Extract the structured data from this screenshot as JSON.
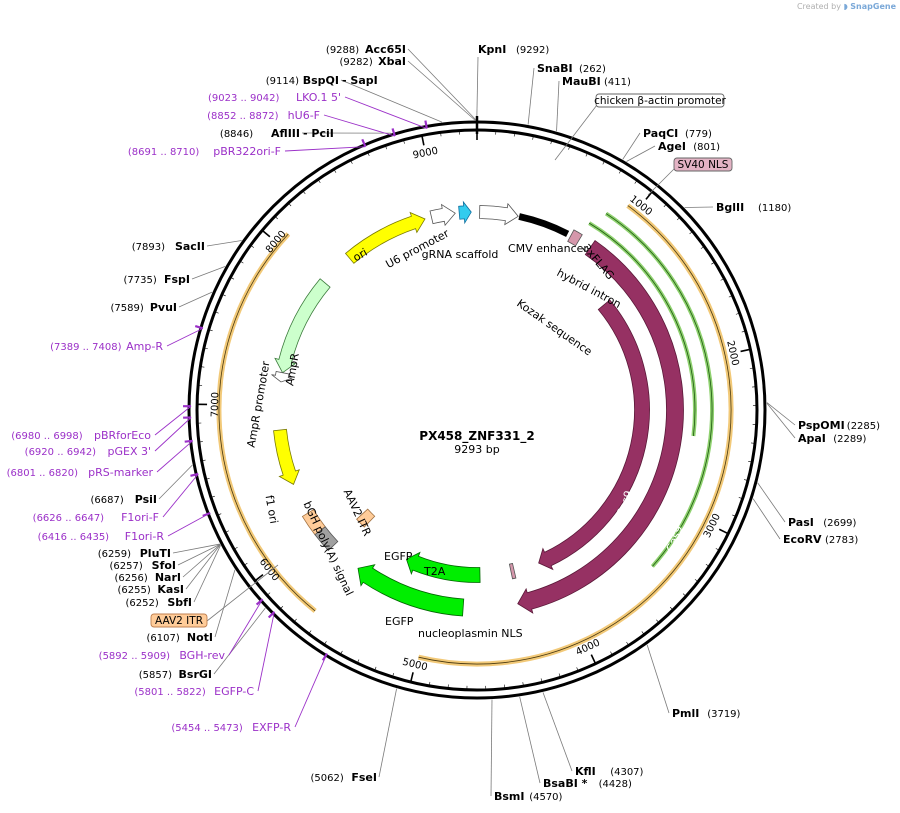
{
  "header": {
    "credit_prefix": "Created by",
    "credit_brand": "SnapGene"
  },
  "map": {
    "name": "PX458_ZNF331_2",
    "length_label": "9293 bp",
    "total_bp": 9293,
    "ticks": [
      {
        "bp": 1000,
        "label": "1000"
      },
      {
        "bp": 2000,
        "label": "2000"
      },
      {
        "bp": 3000,
        "label": "3000"
      },
      {
        "bp": 4000,
        "label": "4000"
      },
      {
        "bp": 5000,
        "label": "5000"
      },
      {
        "bp": 6000,
        "label": "6000"
      },
      {
        "bp": 7000,
        "label": "7000"
      },
      {
        "bp": 8000,
        "label": "8000"
      },
      {
        "bp": 9000,
        "label": "9000"
      }
    ]
  },
  "colors": {
    "cas9": "#963163",
    "egfp": "#00ee00",
    "ori": "#ffff00",
    "ampr": "#ccffcc",
    "gray": "#a0a0a0",
    "itr": "#ffcc99",
    "nls": "#d597ab",
    "grna": "#33ccee",
    "primer": "#9b30c8",
    "orange_track": "#f0c060"
  },
  "enzymes": [
    {
      "name": "KpnI",
      "pos": "(9292)",
      "bp": 9292
    },
    {
      "name": "Acc65I",
      "pos": "(9288)",
      "bp": 9288
    },
    {
      "name": "XbaI",
      "pos": "(9282)",
      "bp": 9282
    },
    {
      "name": "BspQI",
      "name2": "SapI",
      "pos": "(9114)",
      "bp": 9114
    },
    {
      "name": "AflIII",
      "name2": "PciI",
      "pos": "(8846)",
      "bp": 8846
    },
    {
      "name": "SacII",
      "pos": "(7893)",
      "bp": 7893
    },
    {
      "name": "FspI",
      "pos": "(7735)",
      "bp": 7735
    },
    {
      "name": "PvuI",
      "pos": "(7589)",
      "bp": 7589
    },
    {
      "name": "PsiI",
      "pos": "(6687)",
      "bp": 6687
    },
    {
      "name": "PluTI",
      "pos": "(6259)",
      "bp": 6259
    },
    {
      "name": "SfoI",
      "pos": "(6257)",
      "bp": 6257
    },
    {
      "name": "NarI",
      "pos": "(6256)",
      "bp": 6256
    },
    {
      "name": "KasI",
      "pos": "(6255)",
      "bp": 6255
    },
    {
      "name": "SbfI",
      "pos": "(6252)",
      "bp": 6252
    },
    {
      "name": "NotI",
      "pos": "(6107)",
      "bp": 6107
    },
    {
      "name": "BsrGI",
      "pos": "(5857)",
      "bp": 5857
    },
    {
      "name": "FseI",
      "pos": "(5062)",
      "bp": 5062
    },
    {
      "name": "BsmI",
      "pos": "(4570)",
      "bp": 4570
    },
    {
      "name": "BsaBI *",
      "pos": "(4428)",
      "bp": 4428
    },
    {
      "name": "KflI",
      "pos": "(4307)",
      "bp": 4307
    },
    {
      "name": "PmlI",
      "pos": "(3719)",
      "bp": 3719
    },
    {
      "name": "EcoRV",
      "pos": "(2783)",
      "bp": 2783
    },
    {
      "name": "PasI",
      "pos": "(2699)",
      "bp": 2699
    },
    {
      "name": "ApaI",
      "pos": "(2289)",
      "bp": 2289
    },
    {
      "name": "PspOMI",
      "pos": "(2285)",
      "bp": 2285
    },
    {
      "name": "BglII",
      "pos": "(1180)",
      "bp": 1180
    },
    {
      "name": "AgeI",
      "pos": "(801)",
      "bp": 801
    },
    {
      "name": "PaqCI",
      "pos": "(779)",
      "bp": 779
    },
    {
      "name": "MauBI",
      "pos": "(411)",
      "bp": 411
    },
    {
      "name": "SnaBI",
      "pos": "(262)",
      "bp": 262
    }
  ],
  "primers": [
    {
      "range": "(9023 .. 9042)",
      "name": "LKO.1 5'",
      "bp": 9032
    },
    {
      "range": "(8852 .. 8872)",
      "name": "hU6-F",
      "bp": 8862
    },
    {
      "range": "(8691 .. 8710)",
      "name": "pBR322ori-F",
      "bp": 8700
    },
    {
      "range": "(7389 .. 7408)",
      "name": "Amp-R",
      "bp": 7398
    },
    {
      "range": "(6980 .. 6998)",
      "name": "pBRforEco",
      "bp": 6989
    },
    {
      "range": "(6920 .. 6942)",
      "name": "pGEX 3'",
      "bp": 6931
    },
    {
      "range": "(6801 .. 6820)",
      "name": "pRS-marker",
      "bp": 6810
    },
    {
      "range": "(6626 .. 6647)",
      "name": "F1ori-F",
      "bp": 6636
    },
    {
      "range": "(6416 .. 6435)",
      "name": "F1ori-R",
      "bp": 6425
    },
    {
      "range": "(5892 .. 5909)",
      "name": "BGH-rev",
      "bp": 5900
    },
    {
      "range": "(5801 .. 5822)",
      "name": "EGFP-C",
      "bp": 5811
    },
    {
      "range": "(5454 .. 5473)",
      "name": "EXFP-R",
      "bp": 5463
    }
  ],
  "boxed_labels": [
    {
      "name": "chicken β-actin promoter",
      "bp": 420
    },
    {
      "name": "SV40 NLS",
      "bp": 850
    },
    {
      "name": "AAV2 ITR",
      "bp": 6180
    }
  ],
  "features": [
    {
      "name": "CMV enhancer",
      "bp": 230
    },
    {
      "name": "hybrid intron",
      "bp": 700
    },
    {
      "name": "3xFLAG",
      "bp": 820
    },
    {
      "name": "Kozak sequence",
      "bp": 900
    },
    {
      "name": "Cas9",
      "bp": 2600
    },
    {
      "name": "Cas9",
      "bp": 2200
    },
    {
      "name": "T2A",
      "bp": 4300
    },
    {
      "name": "nucleoplasmin NLS",
      "bp": 4600
    },
    {
      "name": "EGFP",
      "bp": 4750
    },
    {
      "name": "EGFP",
      "bp": 5400
    },
    {
      "name": "AAV2 ITR",
      "bp": 6000
    },
    {
      "name": "bGH poly(A) signal",
      "bp": 6050
    },
    {
      "name": "f1 ori",
      "bp": 6500
    },
    {
      "name": "AmpR promoter",
      "bp": 7300
    },
    {
      "name": "AmpR",
      "bp": 7700
    },
    {
      "name": "ori",
      "bp": 8500
    },
    {
      "name": "U6 promoter",
      "bp": 9000
    },
    {
      "name": "gRNA scaffold",
      "bp": 9200
    }
  ]
}
